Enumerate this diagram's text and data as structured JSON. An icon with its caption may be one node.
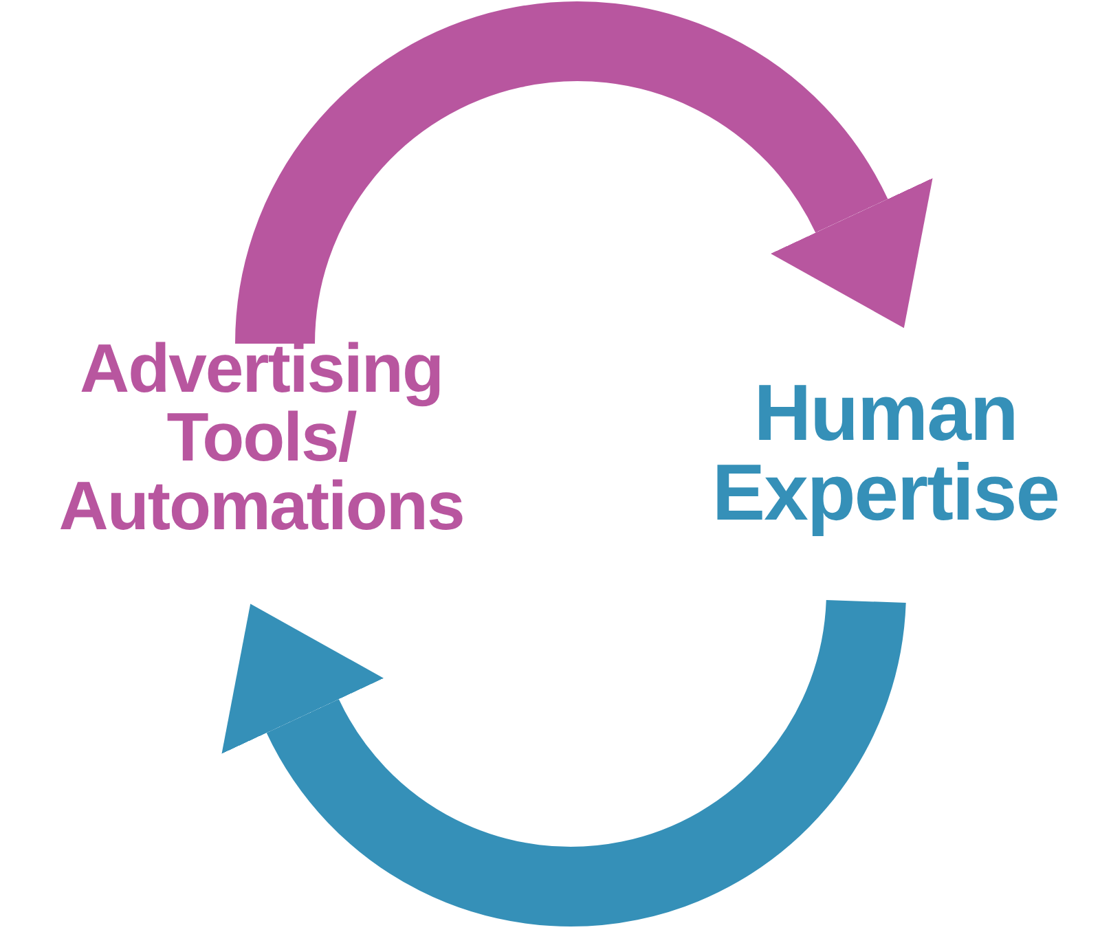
{
  "diagram": {
    "nodes": [
      {
        "text": [
          "Advertising Tools/ Automations"
        ]
      },
      {
        "text": [
          "Human Expertise"
        ]
      }
    ],
    "edges": [
      {
        "from": 0,
        "to": 1,
        "arrow": "to",
        "color": "#b8569f"
      },
      {
        "from": 1,
        "to": 0,
        "arrow": "to",
        "color": "#3590b8"
      }
    ]
  }
}
